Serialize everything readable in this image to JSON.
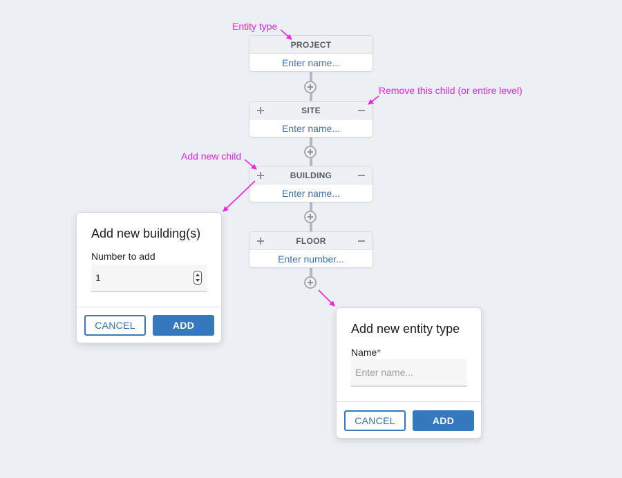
{
  "levels": [
    {
      "type": "PROJECT",
      "placeholder": "Enter name..."
    },
    {
      "type": "SITE",
      "placeholder": "Enter name..."
    },
    {
      "type": "BUILDING",
      "placeholder": "Enter name..."
    },
    {
      "type": "FLOOR",
      "placeholder": "Enter number..."
    }
  ],
  "annotations": {
    "entity_type": "Entity type",
    "remove_child": "Remove this child (or entire level)",
    "add_child": "Add new child"
  },
  "add_children_dialog": {
    "title": "Add new building(s)",
    "field_label": "Number to add",
    "field_value": "1",
    "cancel_label": "CANCEL",
    "add_label": "ADD"
  },
  "add_entity_dialog": {
    "title": "Add new entity type",
    "field_label": "Name",
    "required_mark": "*",
    "field_placeholder": "Enter name...",
    "cancel_label": "CANCEL",
    "add_label": "ADD"
  },
  "colors": {
    "annotation": "#ee22e0",
    "accent": "#3578bd",
    "background": "#eceff4"
  }
}
